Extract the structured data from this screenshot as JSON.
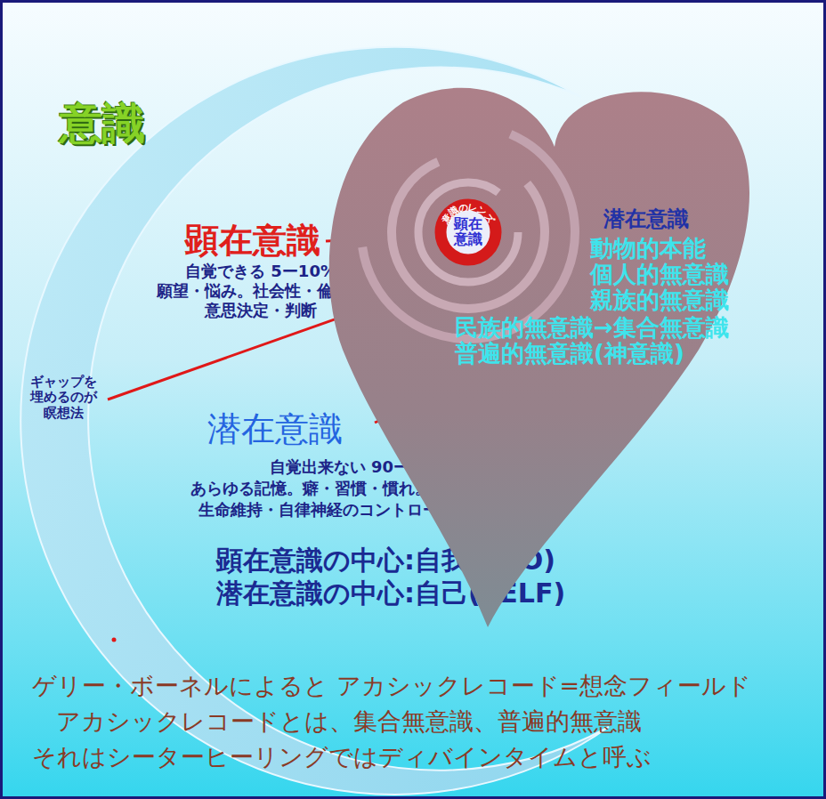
{
  "diagram": {
    "title": "意識",
    "nodes": [
      {
        "text": [
          "潜在意識",
          "動物的本能",
          "個人的無意識",
          "親族的無意識",
          "民族的無意識→集合無意識",
          "普遍的無意識(神意識)"
        ]
      },
      {
        "text": [
          "意識のレンズ",
          "顕在 意識"
        ],
        "in": 0
      }
    ],
    "labels": [
      "顕在意識",
      "自覚できる 5ー10%",
      "願望・悩み。社会性・倫理観",
      "意思決定・判断",
      "ギャップを 埋めるのが 瞑想法",
      "潜在意識",
      "自覚出来ない 90ー95%",
      "あらゆる記憶。癖・習慣・慣れ。思考パターン",
      "生命維持・自律神経のコントロール・内分泌",
      "顕在意識の中心:自我(EGO)",
      "潜在意識の中心:自己(SELF)",
      "ゲリー・ボーネルによると アカシックレコード=想念フィールド",
      "アカシックレコードとは、集合無意識、普遍的無意識",
      "それはシーターヒーリングではディバインタイムと呼ぶ"
    ]
  }
}
